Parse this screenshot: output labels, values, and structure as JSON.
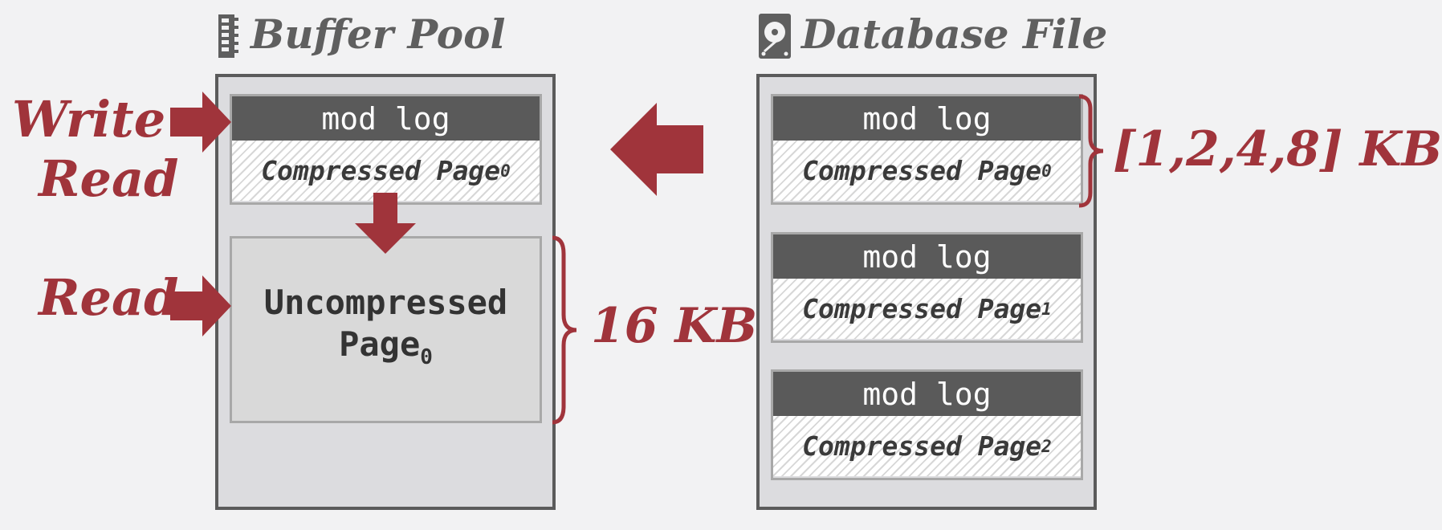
{
  "buffer_pool": {
    "title": "Buffer Pool",
    "icon": "memory-chip-icon",
    "compressed_page": {
      "mod_log": "mod log",
      "label": "Compressed Page",
      "sub": "0"
    },
    "uncompressed_page": {
      "line1": "Uncompressed",
      "line2": "Page",
      "sub": "0"
    },
    "size_label": "16 KB"
  },
  "database_file": {
    "title": "Database File",
    "icon": "hard-disk-icon",
    "pages": [
      {
        "mod_log": "mod log",
        "label": "Compressed Page",
        "sub": "0"
      },
      {
        "mod_log": "mod log",
        "label": "Compressed Page",
        "sub": "1"
      },
      {
        "mod_log": "mod log",
        "label": "Compressed Page",
        "sub": "2"
      }
    ],
    "size_label": "[1,2,4,8] KB"
  },
  "labels": {
    "write": "Write",
    "read1": "Read",
    "read2": "Read"
  },
  "colors": {
    "accent": "#a0343b",
    "title_gray": "#5f5f5f",
    "modlog_bg": "#5a5a5a",
    "container_bg": "#dcdcdf"
  }
}
